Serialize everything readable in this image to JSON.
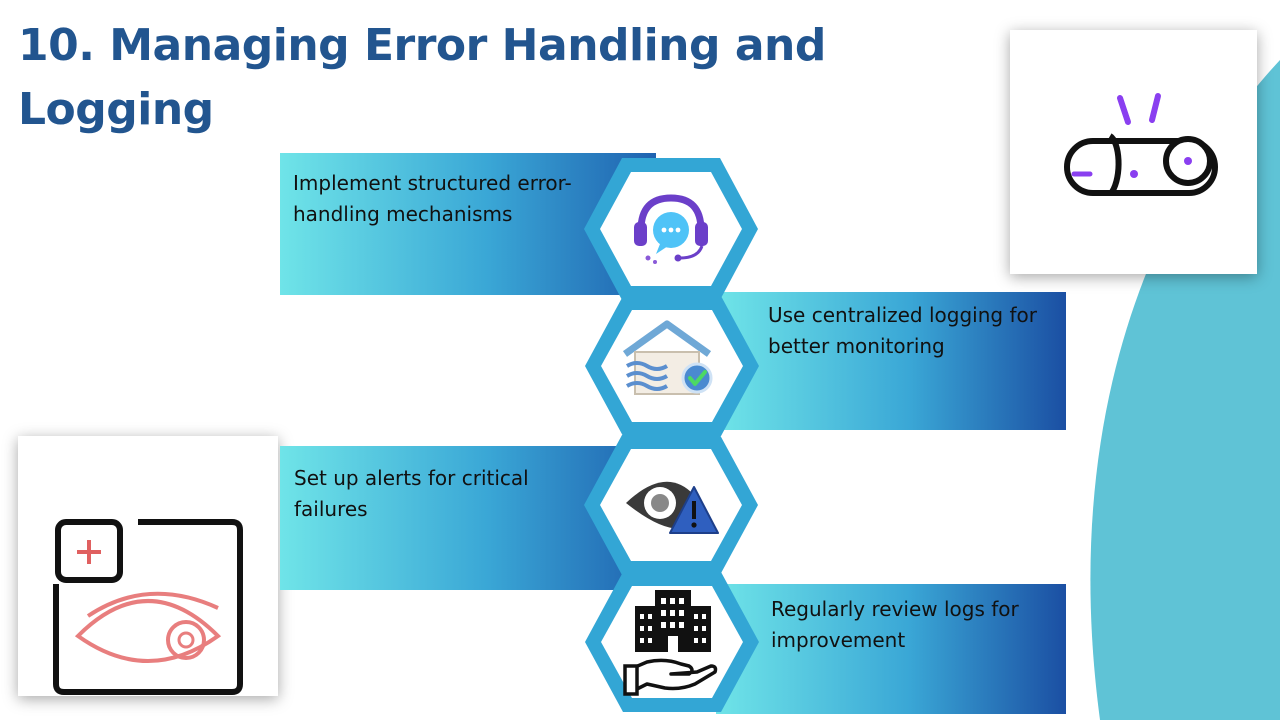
{
  "slide": {
    "title": "10. Managing Error Handling and Logging",
    "accent_color": "#22558f",
    "wave_color": "#5fc3d6"
  },
  "steps": [
    {
      "text": "Implement structured error-handling mechanisms",
      "icon": "headset-chat-icon"
    },
    {
      "text": "Use centralized logging for better monitoring",
      "icon": "secure-server-check-icon"
    },
    {
      "text": "Set up alerts for critical failures",
      "icon": "eye-warning-icon"
    },
    {
      "text": "Regularly review logs for improvement",
      "icon": "hand-buildings-icon"
    }
  ],
  "decorations": {
    "top_right_icon": "toggle-switch-icon",
    "bottom_left_icon": "eye-window-icon"
  }
}
